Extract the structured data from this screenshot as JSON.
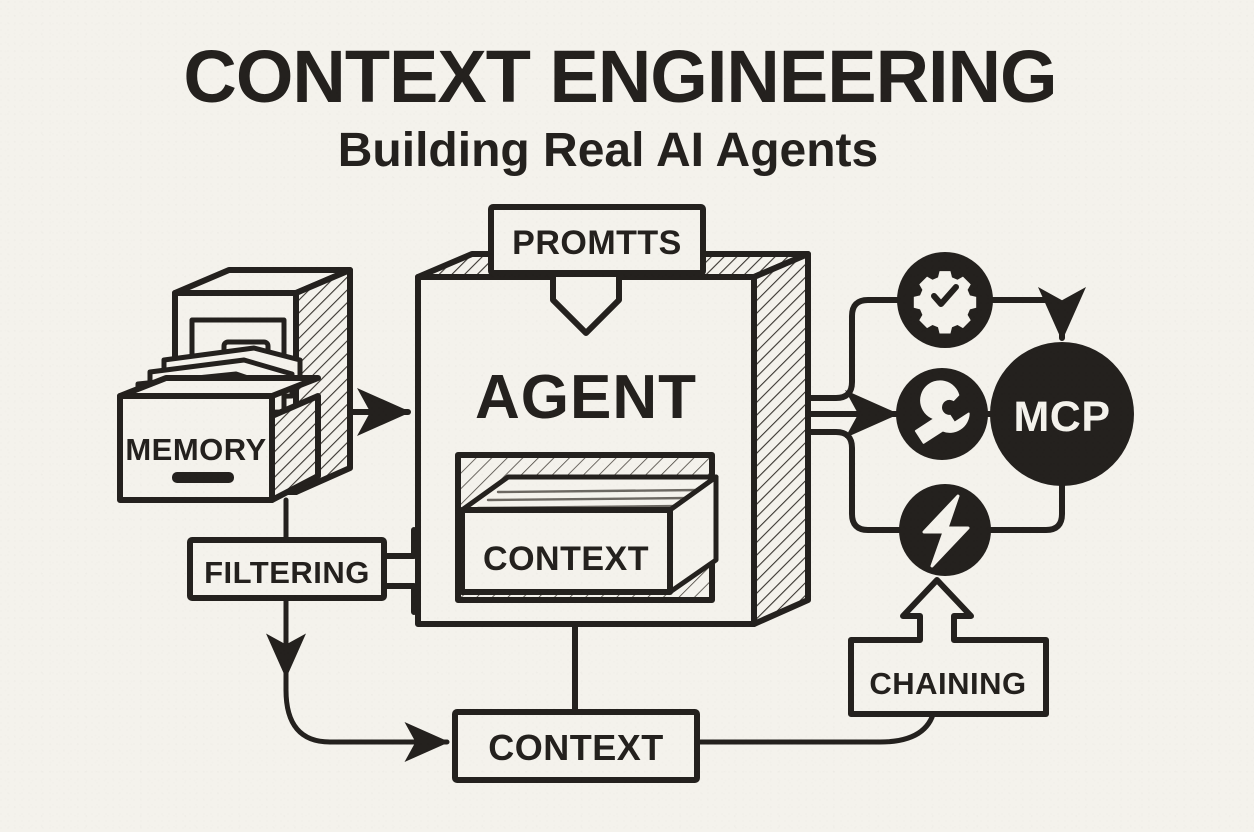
{
  "page": {
    "background_color": "#f4f2ec",
    "ink_color": "#24211e",
    "style": "hand-drawn isometric sketch diagram"
  },
  "header": {
    "title": "CONTEXT ENGINEERING",
    "subtitle": "Building Real AI Agents"
  },
  "diagram": {
    "nodes": {
      "prompts": {
        "label": "PROMTTS",
        "shape": "callout-box-with-down-arrow"
      },
      "agent": {
        "label": "AGENT",
        "shape": "3d-box"
      },
      "agent_context": {
        "label": "CONTEXT",
        "shape": "drawer-tray"
      },
      "memory": {
        "label": "MEMORY",
        "shape": "filing-cabinet-drawer"
      },
      "filtering": {
        "label": "FILTERING",
        "shape": "box"
      },
      "context_bottom": {
        "label": "CONTEXT",
        "shape": "box"
      },
      "chaining": {
        "label": "CHAINING",
        "shape": "box-with-up-arrow"
      },
      "mcp": {
        "label": "MCP",
        "shape": "filled-circle"
      }
    },
    "tools": [
      {
        "name": "gear-check-icon",
        "label": "",
        "icon": "gear-with-check"
      },
      {
        "name": "wrench-icon",
        "label": "",
        "icon": "wrench"
      },
      {
        "name": "bolt-icon",
        "label": "",
        "icon": "lightning-bolt"
      }
    ],
    "connections": [
      {
        "from": "prompts",
        "to": "agent",
        "kind": "arrow-down"
      },
      {
        "from": "memory",
        "to": "agent",
        "kind": "arrow-right"
      },
      {
        "from": "memory",
        "to": "filtering",
        "kind": "line"
      },
      {
        "from": "filtering",
        "to": "agent",
        "kind": "bracket"
      },
      {
        "from": "filtering",
        "to": "context_bottom",
        "kind": "arrow-down-right"
      },
      {
        "from": "agent_context",
        "to": "context_bottom",
        "kind": "line"
      },
      {
        "from": "agent",
        "to": "gear-check-icon",
        "kind": "line"
      },
      {
        "from": "agent",
        "to": "wrench-icon",
        "kind": "arrow-right"
      },
      {
        "from": "agent",
        "to": "bolt-icon",
        "kind": "line"
      },
      {
        "from": "gear-check-icon",
        "to": "mcp",
        "kind": "arrow-down"
      },
      {
        "from": "wrench-icon",
        "to": "mcp",
        "kind": "line"
      },
      {
        "from": "bolt-icon",
        "to": "mcp",
        "kind": "line"
      },
      {
        "from": "context_bottom",
        "to": "chaining",
        "kind": "line"
      },
      {
        "from": "chaining",
        "to": "bolt-icon",
        "kind": "arrow-up"
      }
    ]
  }
}
